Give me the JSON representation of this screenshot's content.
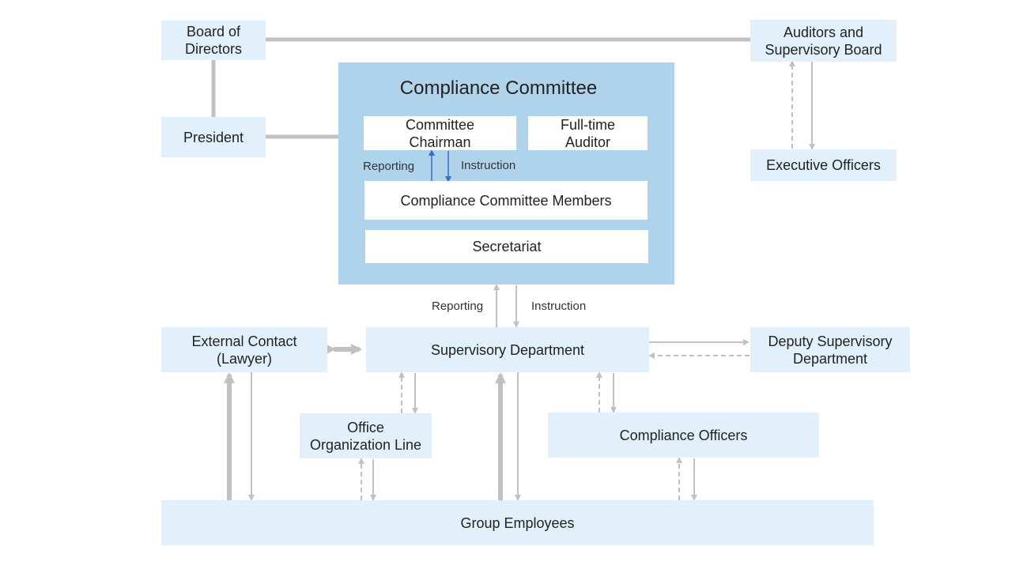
{
  "nodes": {
    "board": "Board of\nDirectors",
    "auditors_board": "Auditors and\nSupervisory Board",
    "president": "President",
    "executive_officers": "Executive Officers",
    "committee_title": "Compliance Committee",
    "committee_chairman": "Committee\nChairman",
    "fulltime_auditor": "Full-time\nAuditor",
    "committee_members": "Compliance Committee Members",
    "secretariat": "Secretariat",
    "external_contact": "External Contact\n(Lawyer)",
    "supervisory_dept": "Supervisory Department",
    "deputy_supervisory": "Deputy Supervisory\nDepartment",
    "office_line": "Office\nOrganization Line",
    "compliance_officers": "Compliance Officers",
    "group_employees": "Group Employees"
  },
  "labels": {
    "inner_reporting": "Reporting",
    "inner_instruction": "Instruction",
    "outer_reporting": "Reporting",
    "outer_instruction": "Instruction"
  },
  "colors": {
    "box_fill": "#e1f0fa",
    "committee_fill": "#b0d3ec",
    "connector": "#bfc1c4",
    "inner_arrow": "#3a6cc8"
  }
}
